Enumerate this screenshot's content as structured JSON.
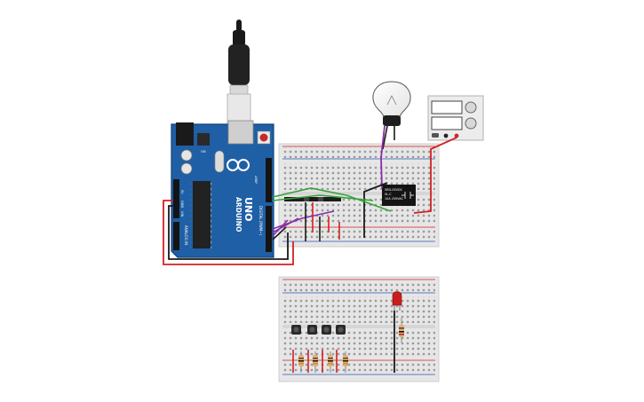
{
  "board": {
    "brand": "ARDUINO",
    "model": "UNO",
    "labels": {
      "aref": "AREF",
      "gnd": "GND",
      "ioref": "IOREF",
      "reset": "RESET",
      "v33": "3.3V",
      "v5": "5V",
      "vin": "VIN",
      "analog_in": "ANALOG IN",
      "digital": "DIGITAL (PWM~)",
      "tx": "TX",
      "rx": "RX",
      "on": "ON"
    }
  },
  "relay": {
    "lines": [
      "SRD-05VDC",
      "SL-C",
      "10A 250VAC"
    ]
  },
  "colors": {
    "board_blue": "#1f5fa5",
    "wire_red": "#d42020",
    "wire_black": "#1a1a1a",
    "wire_green": "#36a33a",
    "wire_purple": "#8a2ea8",
    "breadboard": "#e8e8e8",
    "led_red": "#c81e1e"
  },
  "icons": {
    "bulb": "light-bulb-icon",
    "power_supply": "power-supply-icon",
    "relay": "relay-icon",
    "led": "led-icon",
    "button": "pushbutton-icon",
    "usb": "usb-cable-icon"
  }
}
